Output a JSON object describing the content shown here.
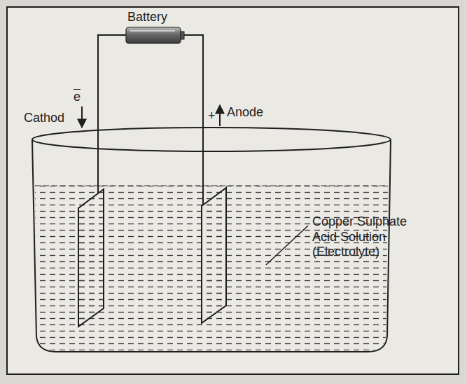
{
  "diagram": {
    "labels": [
      "Battery",
      "Cathod",
      "e",
      "+",
      "Anode",
      "Copper Sulphate Acid Solution (Electrolyte)"
    ]
  }
}
